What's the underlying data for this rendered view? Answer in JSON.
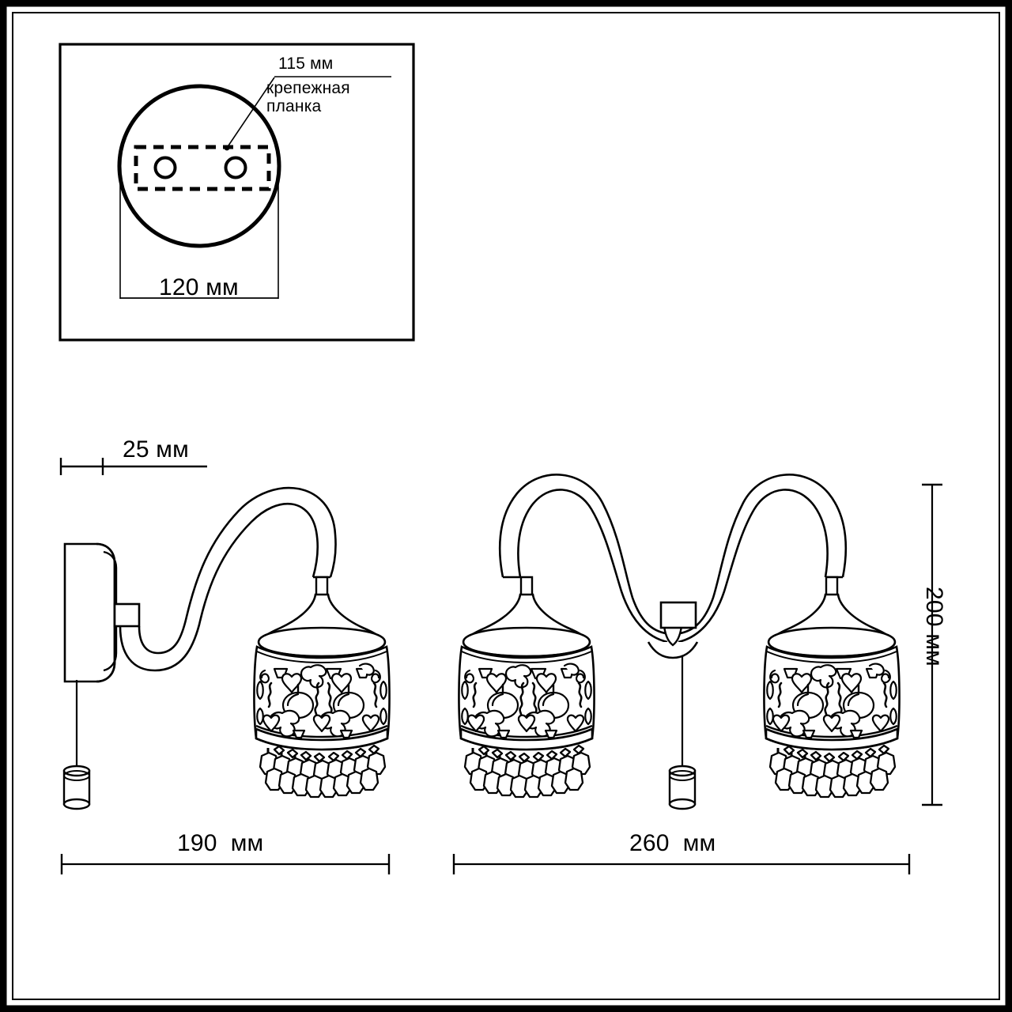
{
  "drawing": {
    "title": "Wall sconce technical dimension drawing",
    "units": "мм",
    "line_color": "#000000",
    "background": "#ffffff"
  },
  "detail_box": {
    "name": "mounting-plate-detail",
    "callout_label": "115 мм",
    "callout_note": "крепежная\nпланка",
    "diameter_label": "120 мм",
    "holes": 2
  },
  "dimensions": {
    "projection_depth": "25 мм",
    "single_width": "190  мм",
    "double_width": "260  мм",
    "height": "200 мм"
  },
  "products": {
    "single": {
      "name": "single-arm-sconce",
      "shades": 1
    },
    "double": {
      "name": "double-arm-sconce",
      "shades": 2
    }
  }
}
